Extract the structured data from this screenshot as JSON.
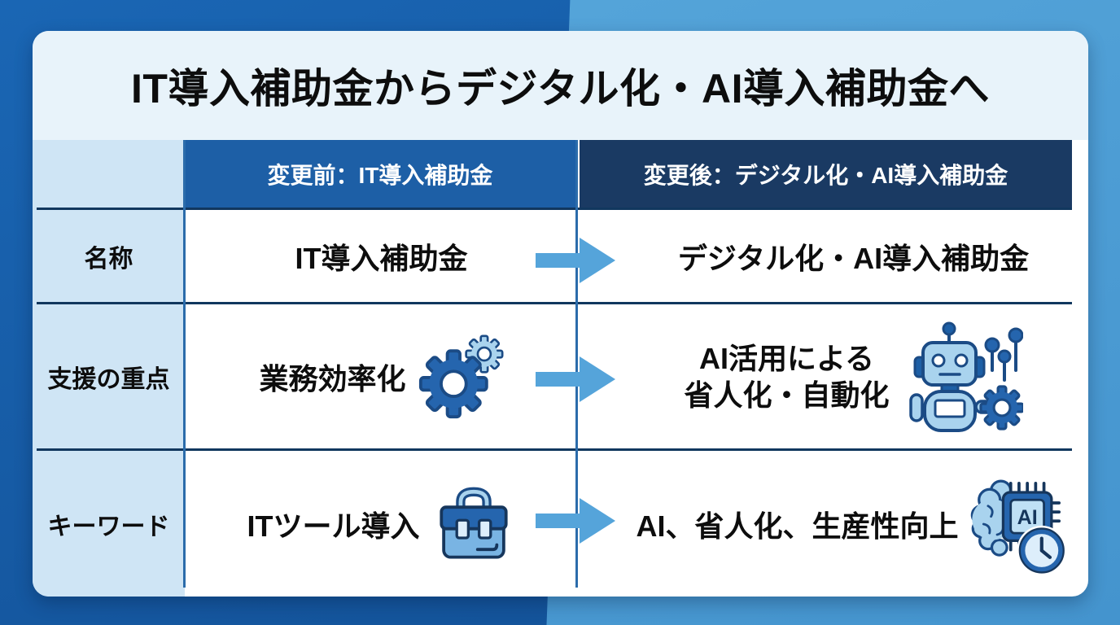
{
  "page_title": "IT導入補助金からデジタル化・AI導入補助金へ",
  "table": {
    "header": {
      "before": "変更前：IT導入補助金",
      "after": "変更後：デジタル化・AI導入補助金"
    },
    "rows": [
      {
        "label": "名称",
        "before": "IT導入補助金",
        "after": "デジタル化・AI導入補助金"
      },
      {
        "label": "支援の重点",
        "before": "業務効率化",
        "before_icon": "gears-icon",
        "after_line1": "AI活用による",
        "after_line2": "省人化・自動化",
        "after_icon": "robot-gear-signal-icon"
      },
      {
        "label": "キーワード",
        "before": "ITツール導入",
        "before_icon": "toolbox-icon",
        "after": "AI、省人化、生産性向上",
        "after_icon": "brain-ai-chip-clock-icon"
      }
    ]
  },
  "chip_label": "AI",
  "colors": {
    "background_left": "#165dab",
    "background_right": "#4c9fd6",
    "card": "#ffffff",
    "title_band": "#e8f3fa",
    "label_cell": "#cfe5f5",
    "header_before_bg": "#1d5fa6",
    "header_after_bg": "#1a3a63",
    "divider_horizontal": "#11375e",
    "divider_vertical": "#2b6cab",
    "arrow": "#55a4da",
    "icon_blue": "#2565ae",
    "icon_light_blue": "#a9d3ee",
    "icon_outline": "#1b4b85",
    "text": "#0d0d0d",
    "header_text": "#ffffff"
  }
}
